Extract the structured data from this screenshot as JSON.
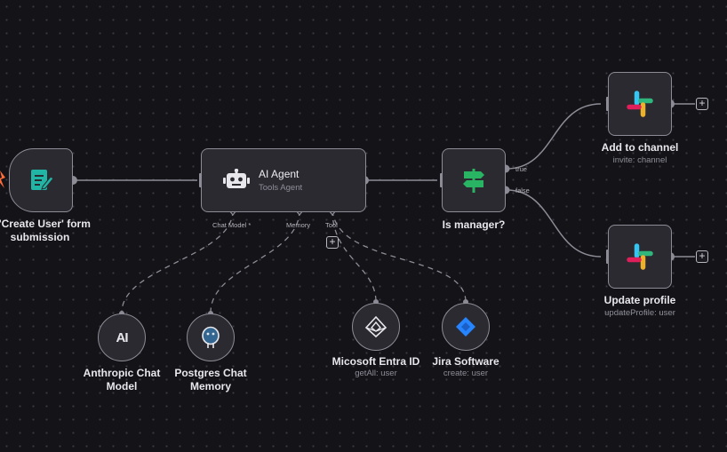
{
  "nodes": {
    "trigger": {
      "title_line1": "n 'Create User' form",
      "title_line2": "submission"
    },
    "agent": {
      "title": "AI Agent",
      "subtitle": "Tools Agent",
      "ports": {
        "chat_model": "Chat Model *",
        "memory": "Memory",
        "tool": "Tool"
      }
    },
    "manager": {
      "title": "Is manager?",
      "true_label": "true",
      "false_label": "false"
    },
    "add_channel": {
      "title": "Add to channel",
      "subtitle": "invite: channel"
    },
    "update_profile": {
      "title": "Update profile",
      "subtitle": "updateProfile: user"
    },
    "anthropic": {
      "title_line1": "Anthropic Chat",
      "title_line2": "Model",
      "icon_text": "AI"
    },
    "postgres": {
      "title_line1": "Postgres Chat",
      "title_line2": "Memory"
    },
    "entra": {
      "title": "Micosoft Entra ID",
      "subtitle": "getAll: user"
    },
    "jira": {
      "title": "Jira Software",
      "subtitle": "create: user"
    }
  },
  "icons": {
    "form": "form-icon",
    "robot": "robot-icon",
    "signpost": "signpost-icon",
    "slack": "slack-icon",
    "anthropic": "anthropic-icon",
    "postgres": "postgres-icon",
    "entra": "entra-icon",
    "jira": "jira-icon",
    "plus": "plus-icon"
  },
  "plus_symbol": "+",
  "colors": {
    "canvas": "#141318",
    "node_bg": "#2b2a31",
    "node_border": "#8d8c96",
    "form_teal": "#20b5a4",
    "signpost_green": "#28b463",
    "jira_blue": "#2684ff",
    "trigger_orange": "#ff6d3a"
  }
}
